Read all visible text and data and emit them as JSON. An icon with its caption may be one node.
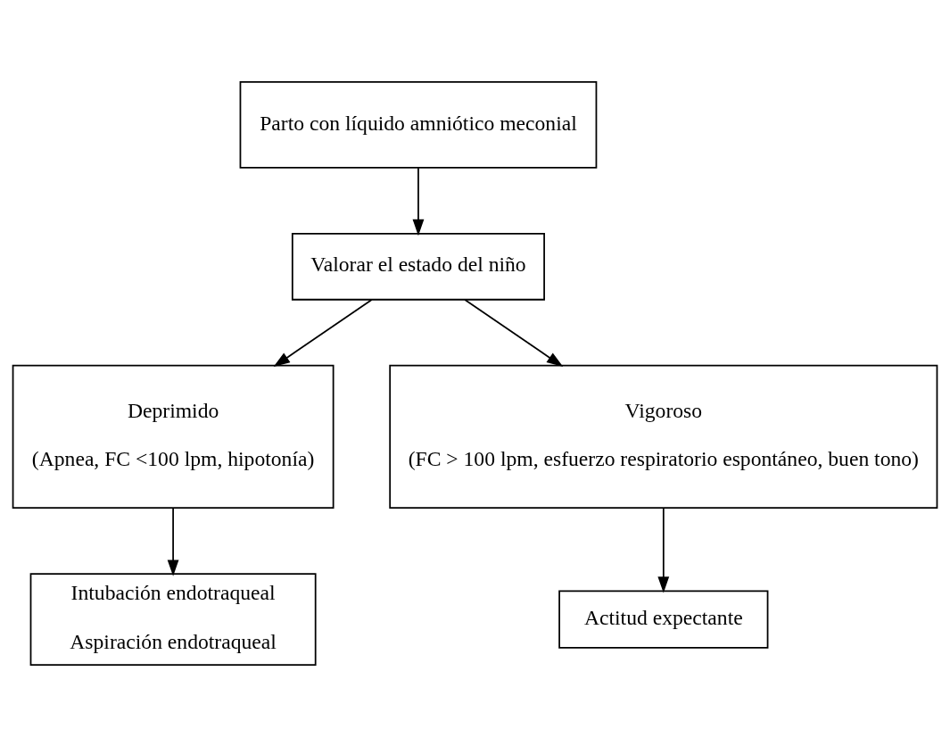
{
  "diagram": {
    "nodes": [
      {
        "text": [
          "Parto con líquido amniótico meconial"
        ]
      },
      {
        "text": [
          "Valorar el estado del niño"
        ]
      },
      {
        "text": [
          "Deprimido",
          "(Apnea, FC <100 lpm, hipotonía)"
        ]
      },
      {
        "text": [
          "Vigoroso",
          "(FC > 100 lpm, esfuerzo respiratorio espontáneo, buen tono)"
        ]
      },
      {
        "text": [
          "Intubación endotraqueal",
          "Aspiración endotraqueal"
        ]
      },
      {
        "text": [
          "Actitud expectante"
        ]
      }
    ],
    "edges": [
      {
        "from": 0,
        "to": 1,
        "arrow": "to"
      },
      {
        "from": 1,
        "to": 2,
        "arrow": "to"
      },
      {
        "from": 1,
        "to": 3,
        "arrow": "to"
      },
      {
        "from": 2,
        "to": 4,
        "arrow": "to"
      },
      {
        "from": 3,
        "to": 5,
        "arrow": "to"
      }
    ]
  }
}
